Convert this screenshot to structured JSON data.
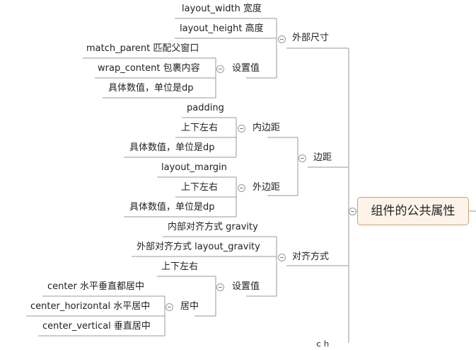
{
  "root": {
    "label": "组件的公共属性"
  },
  "branches": {
    "size": {
      "label": "外部尺寸",
      "layout_width": "layout_width 宽度",
      "layout_height": "layout_height 高度",
      "values": {
        "label": "设置值",
        "match_parent": "match_parent 匹配父窗口",
        "wrap_content": "wrap_content 包裹内容",
        "number": "具体数值，单位是dp"
      }
    },
    "spacing": {
      "label": "边距",
      "padding": {
        "label": "内边距",
        "attr": "padding",
        "dirs": "上下左右",
        "number": "具体数值，单位是dp"
      },
      "margin": {
        "label": "外边距",
        "attr": "layout_margin",
        "dirs": "上下左右",
        "number": "具体数值，单位是dp"
      }
    },
    "align": {
      "label": "对齐方式",
      "gravity": "内部对齐方式 gravity",
      "layout_gravity": "外部对齐方式 layout_gravity",
      "values": {
        "label": "设置值",
        "dirs": "上下左右",
        "center": {
          "label": "居中",
          "center": "center 水平垂直都居中",
          "center_horizontal": "center_horizontal 水平居中",
          "center_vertical": "center_vertical 垂直居中"
        }
      }
    },
    "cut": "ｃｈ"
  }
}
